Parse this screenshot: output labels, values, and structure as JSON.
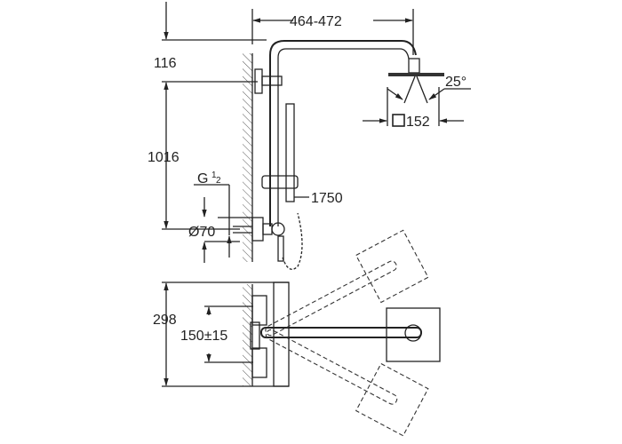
{
  "diagram": {
    "dimensions": {
      "arm_reach": "464-472",
      "top_offset": "116",
      "height": "1016",
      "connection": "G",
      "connection_fraction_num": "1",
      "connection_fraction_den": "2",
      "rosette_diameter": "Ø70",
      "spray_angle": "25°",
      "head_size": "152",
      "hose_length": "1750",
      "depth": "298",
      "center_distance": "150±15"
    }
  }
}
